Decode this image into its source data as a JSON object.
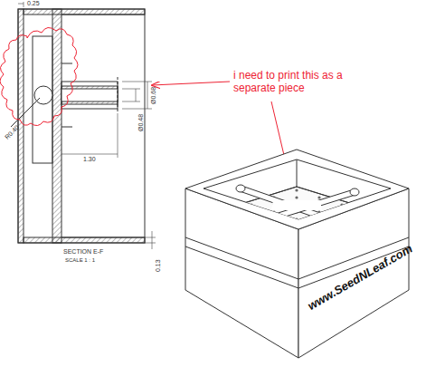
{
  "diagram": {
    "labels": [
      "0.25",
      "Ø0.68",
      "Ø0.48",
      "1.30",
      "R0.40",
      "0.13",
      "SECTION E-F",
      "SCALE 1 : 1",
      "i need to print this as a separate piece",
      "www.SeedNLeaf.com"
    ]
  }
}
